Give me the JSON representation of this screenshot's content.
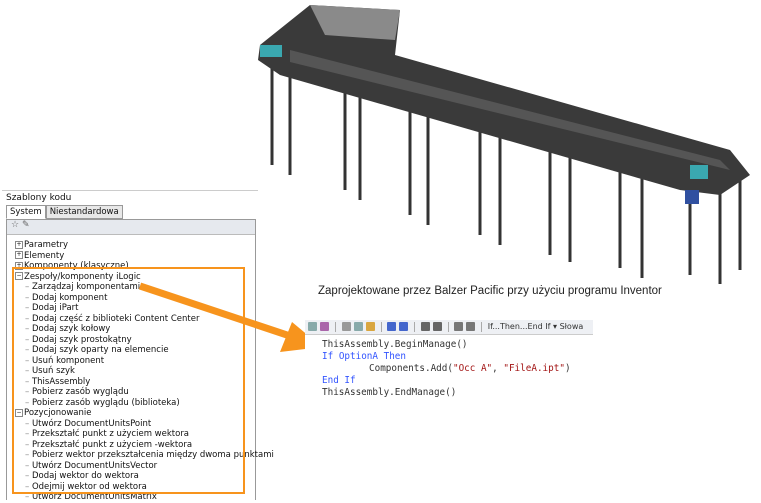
{
  "caption": "Zaprojektowane przez Balzer Pacific przy użyciu programu Inventor",
  "panel": {
    "title": "Szablony kodu",
    "tabs": [
      "System",
      "Niestandardowa"
    ],
    "tree": [
      {
        "label": "Parametry",
        "level": 1,
        "expander": "+"
      },
      {
        "label": "Elementy",
        "level": 1,
        "expander": "+"
      },
      {
        "label": "Komponenty (klasyczne)",
        "level": 1,
        "expander": "+"
      },
      {
        "label": "Zespoły/komponenty iLogic",
        "level": 1,
        "expander": "-"
      },
      {
        "label": "Zarządzaj komponentami",
        "level": 2
      },
      {
        "label": "Dodaj komponent",
        "level": 2
      },
      {
        "label": "Dodaj iPart",
        "level": 2
      },
      {
        "label": "Dodaj część z biblioteki Content Center",
        "level": 2
      },
      {
        "label": "Dodaj szyk kołowy",
        "level": 2
      },
      {
        "label": "Dodaj szyk prostokątny",
        "level": 2
      },
      {
        "label": "Dodaj szyk oparty na elemencie",
        "level": 2
      },
      {
        "label": "Usuń komponent",
        "level": 2
      },
      {
        "label": "Usuń szyk",
        "level": 2
      },
      {
        "label": "ThisAssembly",
        "level": 2
      },
      {
        "label": "Pobierz zasób wyglądu",
        "level": 2
      },
      {
        "label": "Pobierz zasób wyglądu (biblioteka)",
        "level": 2
      },
      {
        "label": "Pozycjonowanie",
        "level": 1,
        "expander": "-"
      },
      {
        "label": "Utwórz DocumentUnitsPoint",
        "level": 2
      },
      {
        "label": "Przekształć punkt z użyciem wektora",
        "level": 2
      },
      {
        "label": "Przekształć punkt z użyciem -wektora",
        "level": 2
      },
      {
        "label": "Pobierz wektor przekształcenia między dwoma punktami",
        "level": 2
      },
      {
        "label": "Utwórz DocumentUnitsVector",
        "level": 2
      },
      {
        "label": "Dodaj wektor do wektora",
        "level": 2
      },
      {
        "label": "Odejmij wektor od wektora",
        "level": 2
      },
      {
        "label": "Utwórz DocumentUnitsMatrix",
        "level": 2
      }
    ]
  },
  "editor": {
    "toolbar_dropdown": "If...Then...End If",
    "toolbar_menu": "Słowa",
    "code": {
      "l1": "ThisAssembly.BeginManage()",
      "if": "If",
      "optionA": "OptionA",
      "then": "Then",
      "call": "Components.Add(",
      "s1": "\"Occ A\"",
      "comma": ", ",
      "s2": "\"FileA.ipt\"",
      "close": ")",
      "endif": "End If",
      "l5": "ThisAssembly.EndManage()"
    }
  },
  "colors": {
    "highlight": "#f7941d",
    "keyword": "#3355ff",
    "string": "#a31515"
  }
}
